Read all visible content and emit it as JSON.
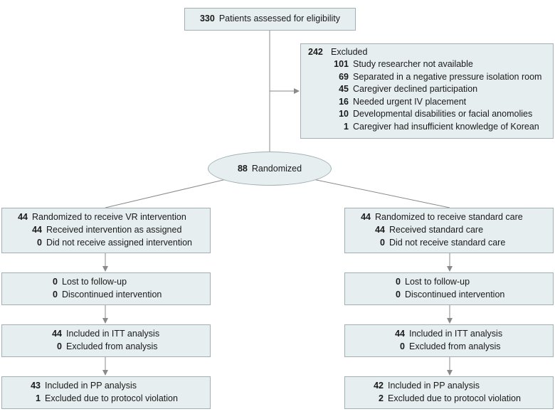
{
  "assessed": {
    "n": "330",
    "label": "Patients assessed for eligibility"
  },
  "excluded": {
    "n": "242",
    "label": "Excluded",
    "reasons": [
      {
        "n": "101",
        "label": "Study researcher not available"
      },
      {
        "n": "69",
        "label": "Separated in a negative pressure isolation room"
      },
      {
        "n": "45",
        "label": "Caregiver declined participation"
      },
      {
        "n": "16",
        "label": "Needed urgent IV placement"
      },
      {
        "n": "10",
        "label": "Developmental disabilities or facial anomolies"
      },
      {
        "n": "1",
        "label": "Caregiver had insufficient knowledge of Korean"
      }
    ]
  },
  "randomized": {
    "n": "88",
    "label": "Randomized"
  },
  "vr_arm": {
    "allocation": [
      {
        "n": "44",
        "label": "Randomized to receive VR intervention"
      },
      {
        "n": "44",
        "label": "Received intervention as assigned"
      },
      {
        "n": "0",
        "label": "Did not receive assigned intervention"
      }
    ],
    "followup": [
      {
        "n": "0",
        "label": "Lost to follow-up"
      },
      {
        "n": "0",
        "label": "Discontinued intervention"
      }
    ],
    "itt": [
      {
        "n": "44",
        "label": "Included in ITT analysis"
      },
      {
        "n": "0",
        "label": "Excluded from analysis"
      }
    ],
    "pp": [
      {
        "n": "43",
        "label": "Included in PP analysis"
      },
      {
        "n": "1",
        "label": "Excluded due to protocol violation"
      }
    ]
  },
  "standard_arm": {
    "allocation": [
      {
        "n": "44",
        "label": "Randomized to receive standard care"
      },
      {
        "n": "44",
        "label": "Received standard care"
      },
      {
        "n": "0",
        "label": "Did not receive standard care"
      }
    ],
    "followup": [
      {
        "n": "0",
        "label": "Lost to follow-up"
      },
      {
        "n": "0",
        "label": "Discontinued intervention"
      }
    ],
    "itt": [
      {
        "n": "44",
        "label": "Included in ITT analysis"
      },
      {
        "n": "0",
        "label": "Excluded from analysis"
      }
    ],
    "pp": [
      {
        "n": "42",
        "label": "Included in PP analysis"
      },
      {
        "n": "2",
        "label": "Excluded due to protocol violation"
      }
    ]
  },
  "colors": {
    "box_fill": "#e6eeef",
    "box_border": "#9fb1b5",
    "line": "#8a8a8a"
  }
}
